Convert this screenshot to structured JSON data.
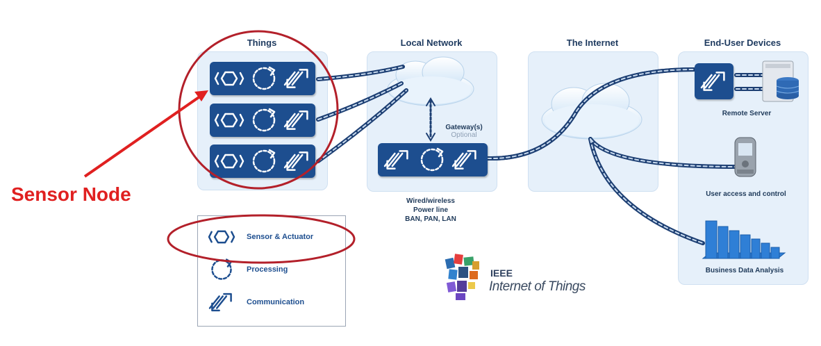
{
  "panels": {
    "things": "Things",
    "local_network": "Local Network",
    "internet": "The Internet",
    "end_user": "End-User Devices"
  },
  "gateway": {
    "title": "Gateway(s)",
    "note": "Optional"
  },
  "local_network_caption": [
    "Wired/wireless",
    "Power line",
    "BAN, PAN, LAN"
  ],
  "devices": {
    "remote_server": "Remote Server",
    "user_access": "User access and control",
    "business": "Business Data Analysis"
  },
  "annotation": {
    "label": "Sensor Node",
    "color": "#e02020"
  },
  "legend": {
    "sensor": "Sensor & Actuator",
    "processing": "Processing",
    "communication": "Communication"
  },
  "brand": {
    "line1": "IEEE",
    "line2": "Internet of Things"
  },
  "colors": {
    "node_blue": "#1d4e8f",
    "panel_bg": "#e6f0fa",
    "highlight_red": "#b3202a"
  }
}
